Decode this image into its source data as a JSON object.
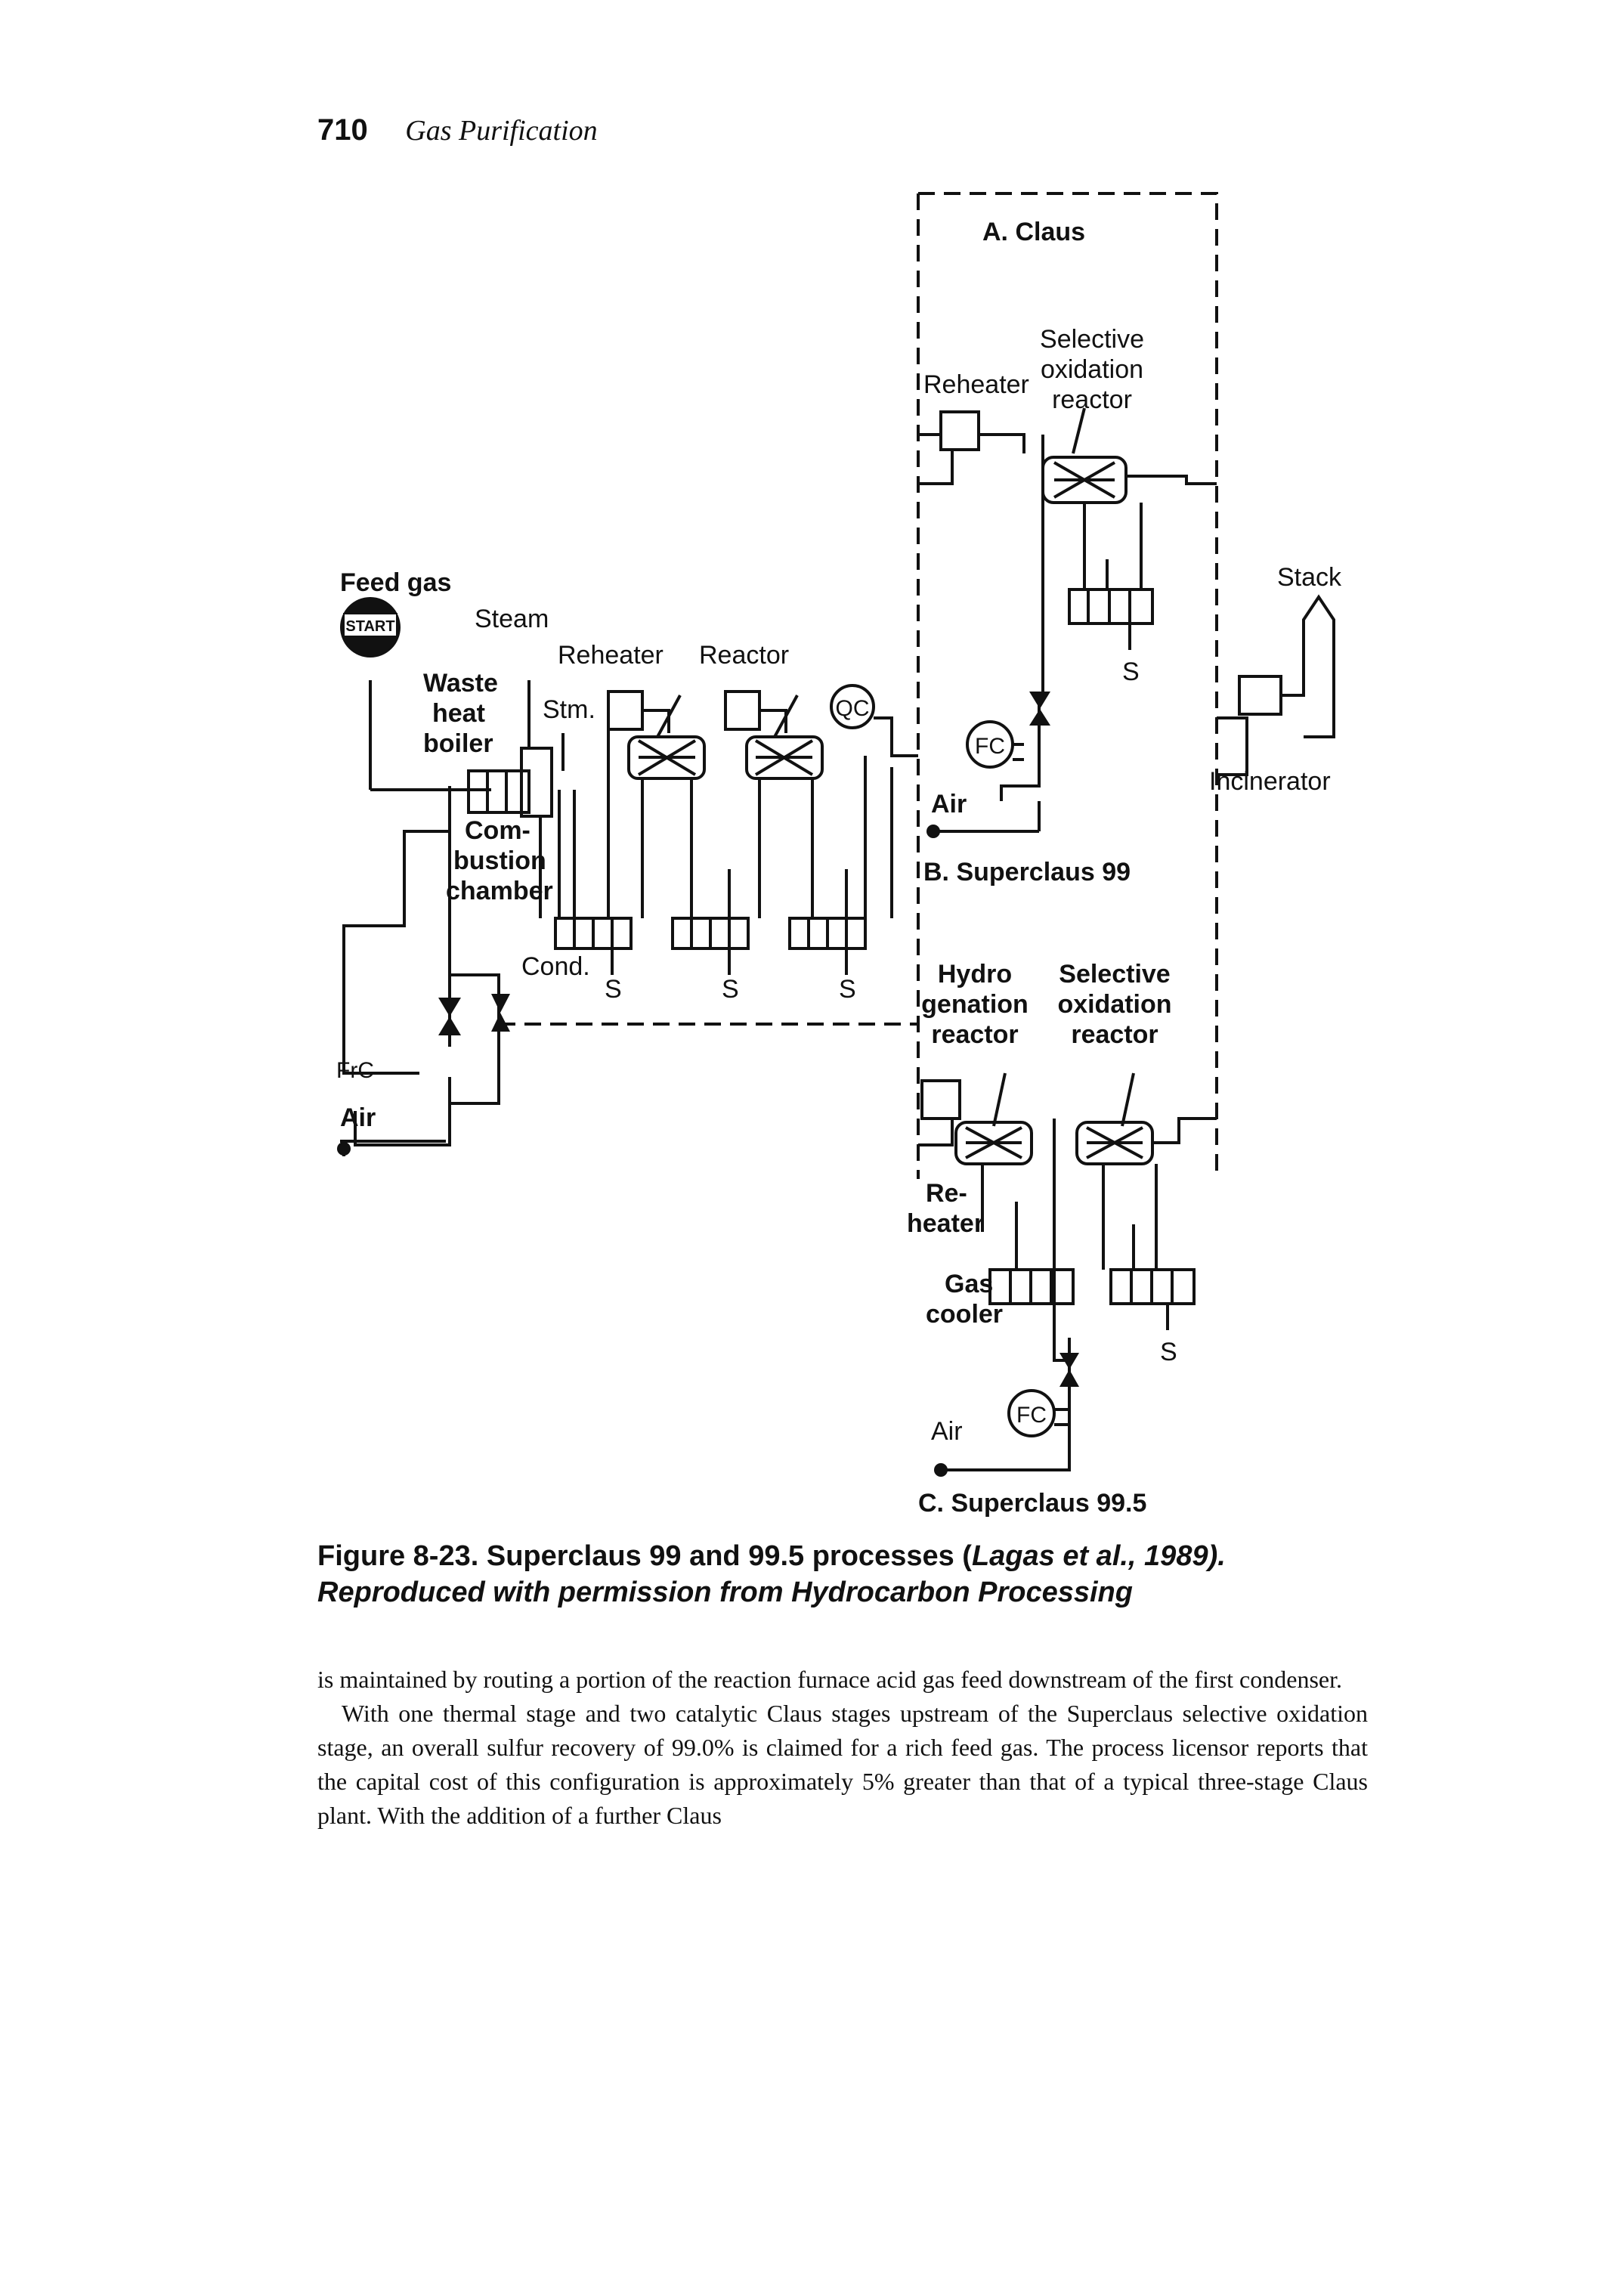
{
  "header": {
    "page_number": "710",
    "running_title": "Gas Purification"
  },
  "diagram": {
    "section_a": {
      "title": "A. Claus",
      "reheater": "Reheater",
      "reactor_line1": "Selective",
      "reactor_line2": "oxidation",
      "reactor_line3": "reactor"
    },
    "section_b": {
      "title": "B. Superclaus 99",
      "fc": "FC",
      "air": "Air",
      "s": "S"
    },
    "section_c": {
      "title": "C. Superclaus 99.5",
      "hydro_line1": "Hydro",
      "hydro_line2": "genation",
      "hydro_line3": "reactor",
      "sel_line1": "Selective",
      "sel_line2": "oxidation",
      "sel_line3": "reactor",
      "reheater_line1": "Re-",
      "reheater_line2": "heater",
      "gas_cooler_line1": "Gas",
      "gas_cooler_line2": "cooler",
      "fc": "FC",
      "air": "Air",
      "s": "S"
    },
    "main": {
      "feed_gas": "Feed gas",
      "start": "START",
      "steam": "Steam",
      "waste_line1": "Waste",
      "waste_line2": "heat",
      "waste_line3": "boiler",
      "reheater": "Reheater",
      "reactor": "Reactor",
      "stm": "Stm.",
      "qc": "QC",
      "comb_line1": "Com-",
      "comb_line2": "bustion",
      "comb_line3": "chamber",
      "cond": "Cond.",
      "s": "S",
      "frc": "FrC",
      "air": "Air"
    },
    "stack": {
      "stack": "Stack",
      "incinerator": "Incinerator"
    }
  },
  "caption": {
    "lead": "Figure 8-23. Superclaus 99 and 99.5 processes (",
    "cite": "Lagas et al., 1989",
    "tail": "). Reproduced with permission from Hydrocarbon Processing"
  },
  "body": {
    "p1": "is maintained by routing a portion of the reaction furnace acid gas feed downstream of the first condenser.",
    "p2": "With one thermal stage and two catalytic Claus stages upstream of the Superclaus selective oxidation stage, an overall sulfur recovery of 99.0% is claimed for a rich feed gas. The process licensor reports that the capital cost of this configuration is approximately 5% greater than that of a typical three-stage Claus plant. With the addition of a further Claus"
  }
}
